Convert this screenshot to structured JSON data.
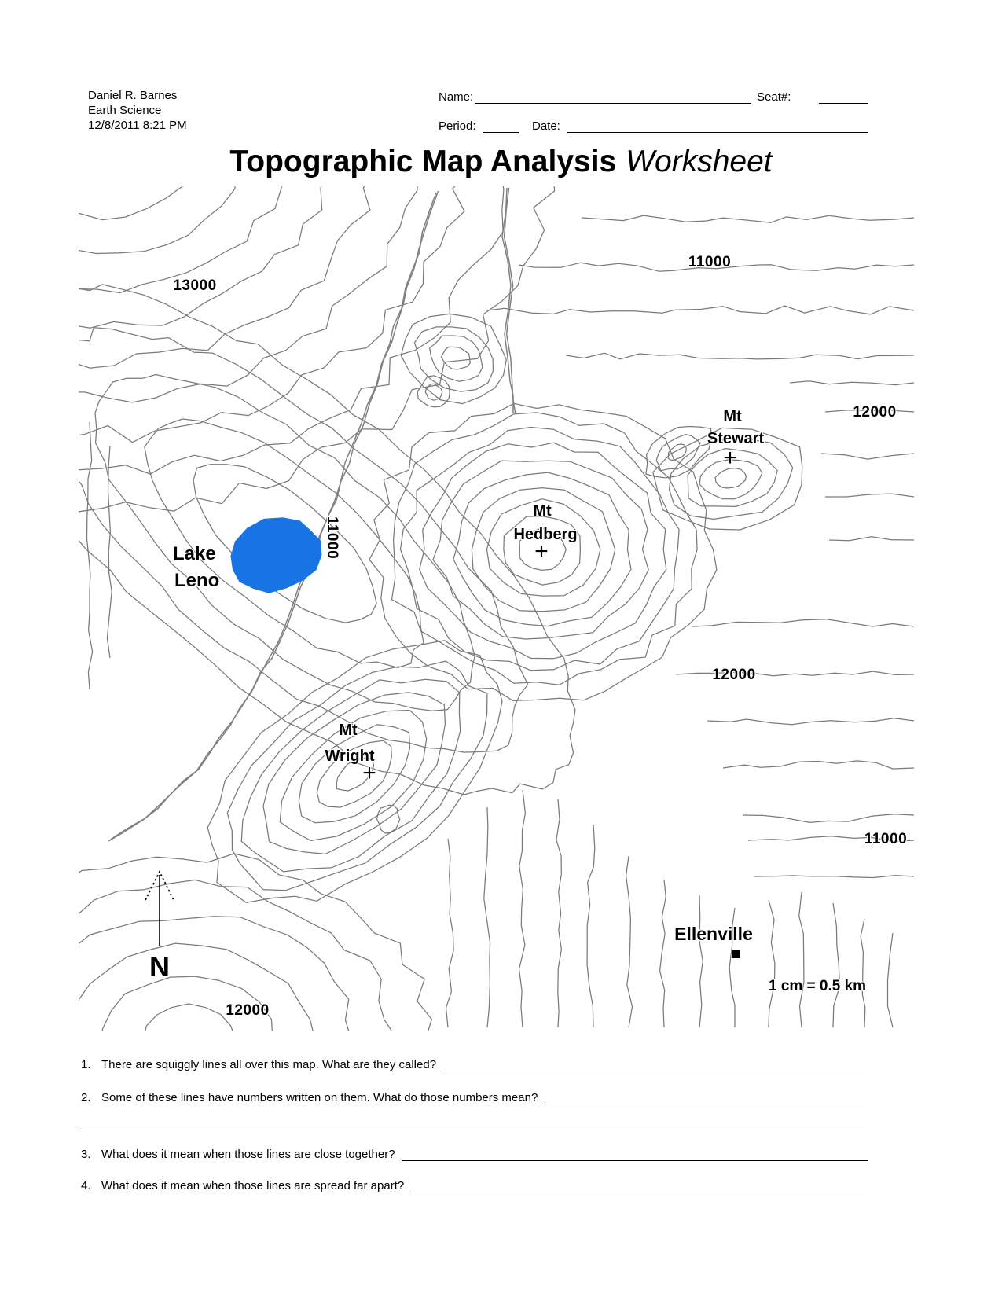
{
  "header": {
    "author_line1": "Daniel R. Barnes",
    "author_line2": "Earth Science",
    "author_line3": "12/8/2011 8:21 PM",
    "name_label": "Name:",
    "seat_label": "Seat#:",
    "period_label": "Period:",
    "date_label": "Date:"
  },
  "title": {
    "main": "Topographic Map Analysis",
    "suffix": "Worksheet"
  },
  "map": {
    "labels": {
      "elev_13000": "13000",
      "elev_11000_top": "11000",
      "elev_12000_right": "12000",
      "elev_12000_mid": "12000",
      "elev_11000_right": "11000",
      "elev_11000_lake_contour": "11000",
      "elev_12000_bottom": "12000",
      "mt_stewart_line1": "Mt",
      "mt_stewart_line2": "Stewart",
      "mt_hedberg_line1": "Mt",
      "mt_hedberg_line2": "Hedberg",
      "mt_wright_line1": "Mt",
      "mt_wright_line2": "Wright",
      "lake_line1": "Lake",
      "lake_line2": "Leno",
      "town_ellenville": "Ellenville",
      "north_indicator": "N",
      "scale_text": "1 cm = 0.5 km",
      "peak_marker": "+"
    },
    "lake_color": "#1874E4",
    "contour_color": "#7a7a7a"
  },
  "questions": [
    {
      "number": "1.",
      "text": "There are squiggly lines all over this map.  What are they called?"
    },
    {
      "number": "2.",
      "text": "Some of these lines have numbers written on them.  What do those numbers mean?"
    },
    {
      "number": "3.",
      "text": "What does it mean when those lines are close together?"
    },
    {
      "number": "4.",
      "text": "What does it mean when those lines are spread far apart?"
    }
  ]
}
